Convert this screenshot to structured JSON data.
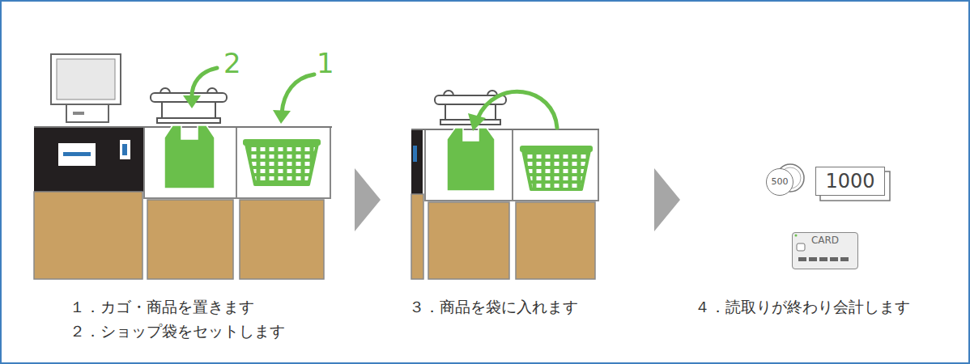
{
  "diagram": {
    "nodes": [
      {
        "text": [
          "500"
        ]
      },
      {
        "text": [
          "1000"
        ]
      },
      {
        "text": [
          "CARD"
        ]
      }
    ],
    "labels": [
      "2",
      "1",
      "１．カゴ・商品を置きます",
      "２．ショップ袋をセットします",
      "３．商品を袋に入れます",
      "４．読取りが終わり会計します"
    ]
  }
}
